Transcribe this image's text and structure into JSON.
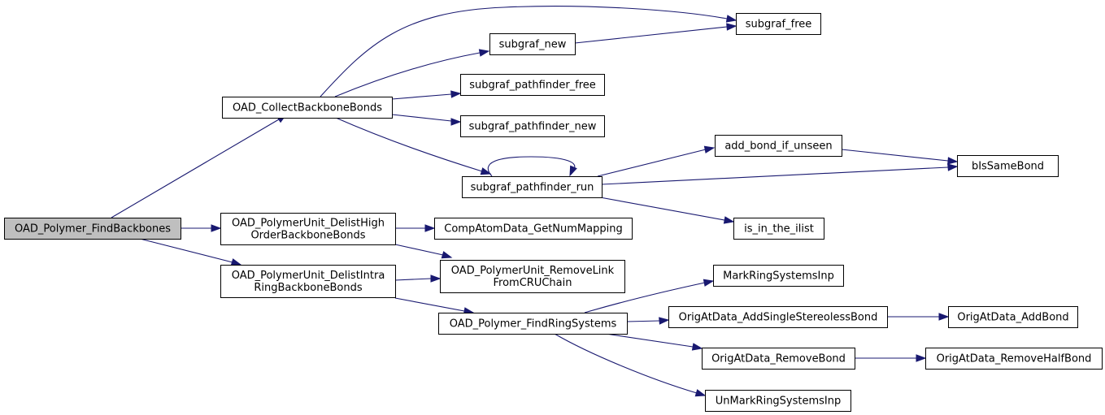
{
  "colors": {
    "edge": "#191970",
    "node_fill": "#ffffff",
    "root_fill": "#bfbfbf",
    "node_border": "#000000"
  },
  "nodes": {
    "root": [
      "OAD_Polymer_FindBackbones"
    ],
    "collect": [
      "OAD_CollectBackboneBonds"
    ],
    "delist_high": [
      "OAD_PolymerUnit_DelistHigh",
      "OrderBackboneBonds"
    ],
    "delist_intra": [
      "OAD_PolymerUnit_DelistIntra",
      "RingBackboneBonds"
    ],
    "subgraf_new": [
      "subgraf_new"
    ],
    "subgraf_free": [
      "subgraf_free"
    ],
    "pf_free": [
      "subgraf_pathfinder_free"
    ],
    "pf_new": [
      "subgraf_pathfinder_new"
    ],
    "pf_run": [
      "subgraf_pathfinder_run"
    ],
    "add_bond": [
      "add_bond_if_unseen"
    ],
    "is_same": [
      "bIsSameBond"
    ],
    "is_in": [
      "is_in_the_ilist"
    ],
    "comp_atom": [
      "CompAtomData_GetNumMapping"
    ],
    "remove_link": [
      "OAD_PolymerUnit_RemoveLink",
      "FromCRUChain"
    ],
    "find_ring": [
      "OAD_Polymer_FindRingSystems"
    ],
    "mark_ring": [
      "MarkRingSystemsInp"
    ],
    "add_single": [
      "OrigAtData_AddSingleStereolessBond"
    ],
    "add_bond_orig": [
      "OrigAtData_AddBond"
    ],
    "remove_bond": [
      "OrigAtData_RemoveBond"
    ],
    "remove_half": [
      "OrigAtData_RemoveHalfBond"
    ],
    "unmark_ring": [
      "UnMarkRingSystemsInp"
    ]
  }
}
